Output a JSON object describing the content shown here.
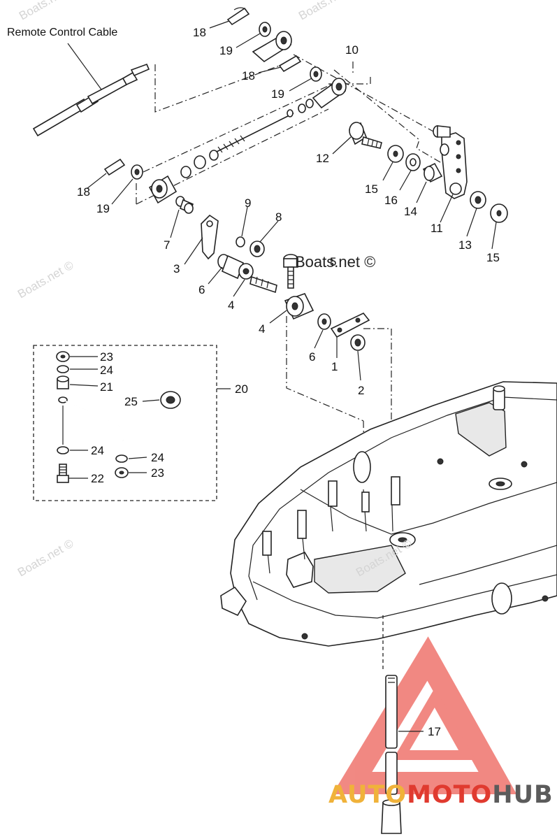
{
  "cable_title": "Remote Control Cable",
  "watermark_text": "Boats.net ©",
  "center_watermark": "Boats.net ©",
  "brand": {
    "part1": "AUTO",
    "part2": "MOTO",
    "part3": "HUB",
    "color1": "#f0b23a",
    "color2": "#e03a2f",
    "color3": "#5b5b5b"
  },
  "labels": {
    "l1": "1",
    "l2": "2",
    "l3": "3",
    "l4a": "4",
    "l4b": "4",
    "l5": "5",
    "l6a": "6",
    "l6b": "6",
    "l7": "7",
    "l8": "8",
    "l9": "9",
    "l10": "10",
    "l11": "11",
    "l12": "12",
    "l13": "13",
    "l14": "14",
    "l15a": "15",
    "l15b": "15",
    "l16": "16",
    "l17": "17",
    "l18a": "18",
    "l18b": "18",
    "l18c": "18",
    "l19a": "19",
    "l19b": "19",
    "l19c": "19",
    "l20": "20",
    "l21": "21",
    "l22": "22",
    "l23a": "23",
    "l23b": "23",
    "l24a": "24",
    "l24b": "24",
    "l24c": "24",
    "l25": "25"
  }
}
